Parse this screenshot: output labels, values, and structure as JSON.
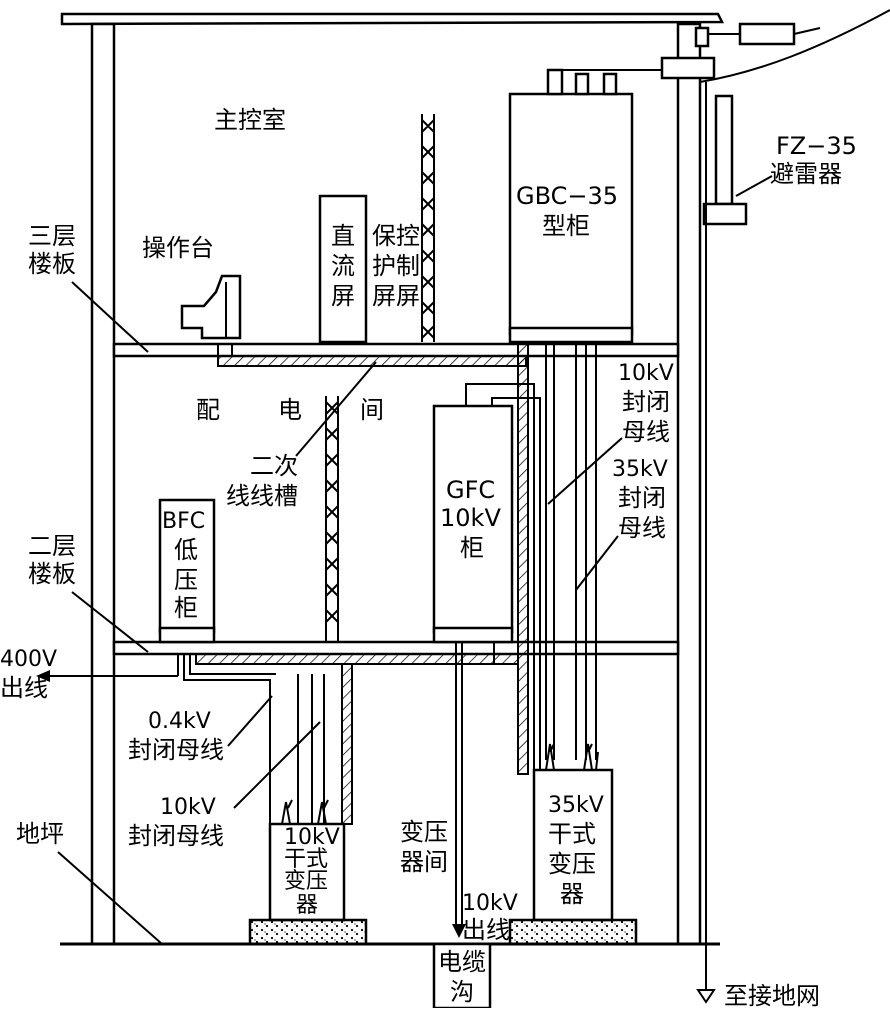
{
  "rooms": {
    "main_control": "主控室",
    "distribution": [
      "配",
      "电",
      "间"
    ],
    "transformer_room": [
      "变压",
      "器间"
    ]
  },
  "floors": {
    "third_floor": [
      "三层",
      "楼板"
    ],
    "second_floor": [
      "二层",
      "楼板"
    ],
    "ground": "地坪"
  },
  "equipment": {
    "console": "操作台",
    "dc_panel": [
      "直",
      "流",
      "屏"
    ],
    "protection_panel": [
      "保",
      "护",
      "屏"
    ],
    "control_panel": [
      "控",
      "制",
      "屏"
    ],
    "gbc": [
      "GBC−35",
      "型柜"
    ],
    "gfc": [
      "GFC",
      "10kV",
      "柜"
    ],
    "bfc": [
      "BFC",
      "低",
      "压",
      "柜"
    ],
    "arrester": [
      "FZ−35",
      "避雷器"
    ],
    "transformer_10": [
      "10kV",
      "干式",
      "变压",
      "器"
    ],
    "transformer_35": [
      "35kV",
      "干式",
      "变压",
      "器"
    ],
    "cable_trench": [
      "电缆",
      "沟"
    ]
  },
  "busbars": {
    "bus_10kv_upper": [
      "10kV",
      "封闭",
      "母线"
    ],
    "bus_35kv": [
      "35kV",
      "封闭",
      "母线"
    ],
    "bus_04kv": [
      "0.4kV",
      "封闭母线"
    ],
    "bus_10kv_lower": [
      "10kV",
      "封闭母线"
    ],
    "secondary_trough": [
      "二次",
      "线线槽"
    ]
  },
  "outlets": {
    "out_400v": [
      "400V",
      "出线"
    ],
    "out_10kv": [
      "10kV",
      "出线"
    ],
    "ground_net": "至接地网"
  }
}
